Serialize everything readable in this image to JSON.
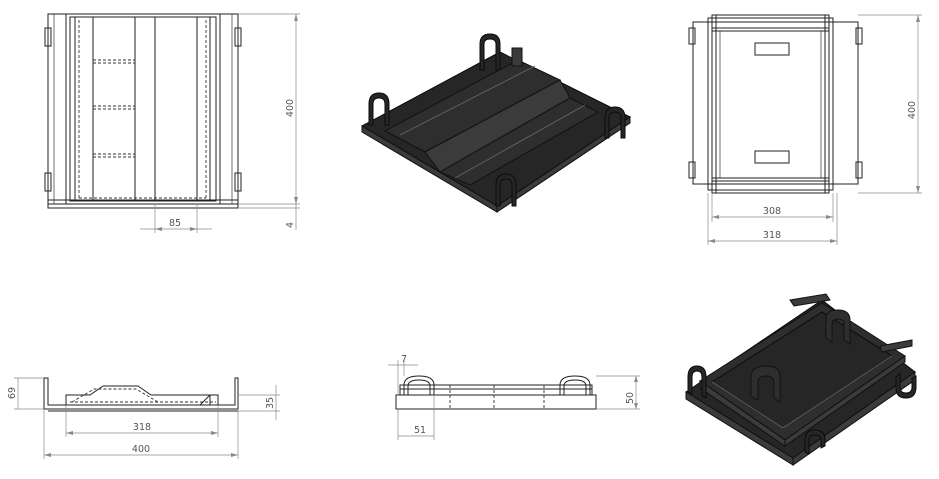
{
  "dimensions": {
    "top_view": {
      "height": "400",
      "offset": "4",
      "width_small": "85"
    },
    "right_view": {
      "height": "400",
      "inner_width": "308",
      "outer_width": "318"
    },
    "front_view": {
      "height_total": "69",
      "height_side": "35",
      "inner_width": "318",
      "outer_width": "400"
    },
    "side_view": {
      "rail_offset": "7",
      "handle_spacing": "51",
      "height": "50"
    }
  }
}
